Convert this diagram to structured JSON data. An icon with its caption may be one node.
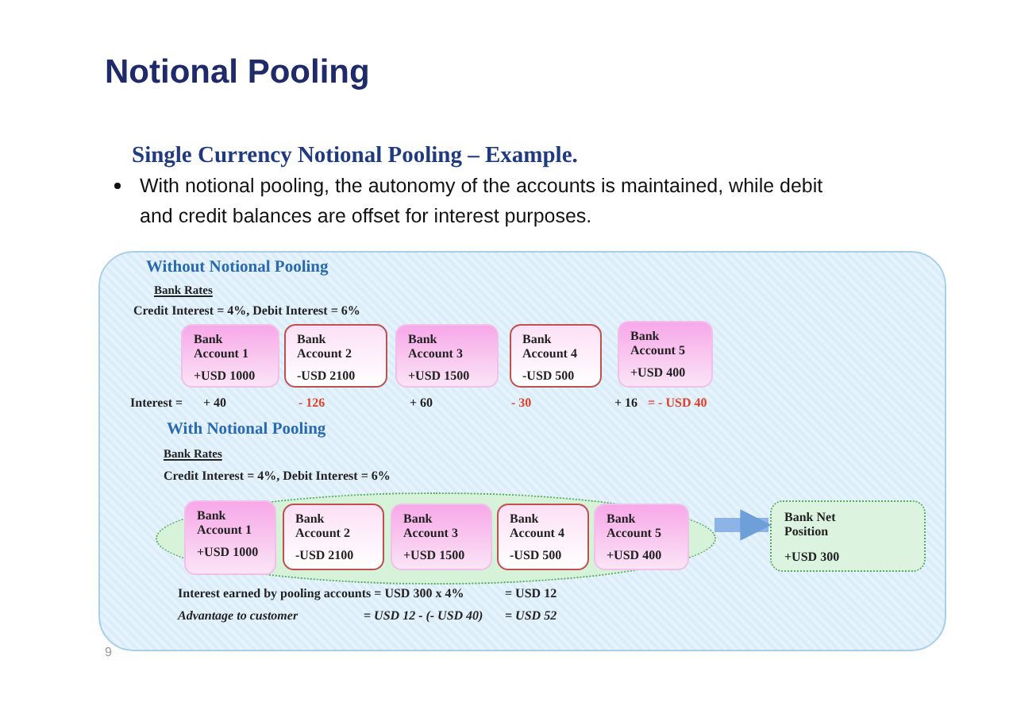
{
  "diagram": {
    "title": "Notional Pooling",
    "nodes": [
      {
        "text": [],
        "shape": "box"
      },
      {
        "text": [
          "Bank Account 1",
          "+USD 1000"
        ],
        "in": 0
      },
      {
        "text": [
          "Bank Account 2",
          "-USD 2100"
        ],
        "in": 0
      },
      {
        "text": [
          "Bank Account 3",
          "+USD 1500"
        ],
        "in": 0
      },
      {
        "text": [
          "Bank Account 4",
          "-USD 500"
        ],
        "in": 0
      },
      {
        "text": [
          "Bank Account 5",
          "+USD 400"
        ],
        "in": 0
      },
      {
        "text": [],
        "shape": "ellipse",
        "in": 0
      },
      {
        "text": [
          "Bank Account 1",
          "+USD 1000"
        ],
        "in": 6
      },
      {
        "text": [
          "Bank Account 2",
          "-USD 2100"
        ],
        "in": 6
      },
      {
        "text": [
          "Bank Account 3",
          "+USD 1500"
        ],
        "in": 6
      },
      {
        "text": [
          "Bank Account 4",
          "-USD 500"
        ],
        "in": 6
      },
      {
        "text": [
          "Bank Account 5",
          "+USD 400"
        ],
        "in": 6
      },
      {
        "text": [
          "Bank Net Position",
          "+USD 300"
        ],
        "in": 0
      }
    ],
    "edges": [
      {
        "from": 6,
        "to": 12,
        "arrow": "to"
      }
    ],
    "labels": [
      "Single Currency Notional Pooling – Example.",
      "With notional pooling, the autonomy of the accounts is maintained, while debit and credit balances are offset for interest purposes.",
      "Without Notional Pooling",
      "Bank Rates",
      "Credit Interest = 4%,  Debit Interest = 6%",
      "Interest =",
      "+ 40",
      "- 126",
      "+ 60",
      "- 30",
      "+ 16",
      "= - USD 40",
      "With Notional Pooling",
      "Bank Rates",
      "Credit Interest = 4%,  Debit Interest = 6%",
      "Interest earned by pooling accounts = USD 300 x 4%",
      "= USD 12",
      "Advantage to customer",
      "= USD 12 - (- USD 40)",
      "= USD 52",
      "9"
    ]
  }
}
